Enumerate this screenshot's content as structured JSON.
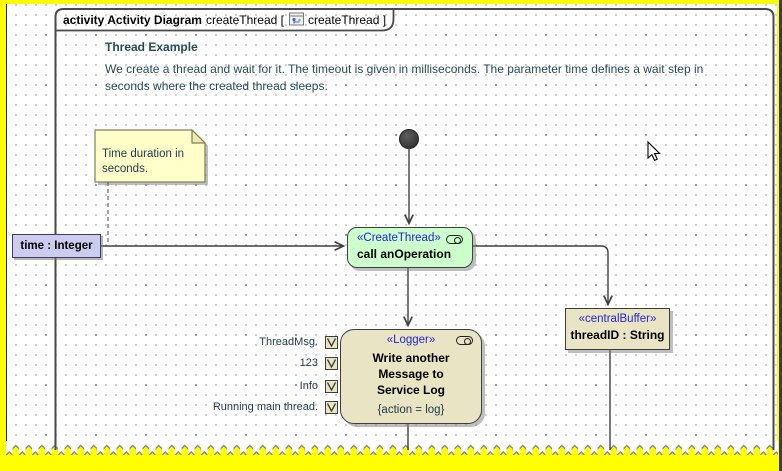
{
  "frame": {
    "title_bold": "activity Activity Diagram",
    "title_name": "createThread [",
    "title_suffix": "createThread ]"
  },
  "header": {
    "heading": "Thread Example",
    "description_line1": "We create a thread and wait for it. The timeout is given in milliseconds. The parameter time defines a wait step in",
    "description_line2": "seconds where the created thread sleeps."
  },
  "note": {
    "text": "Time duration in seconds."
  },
  "activity_parameter": {
    "label": "time : Integer"
  },
  "nodes": {
    "create_thread": {
      "stereotype": "«CreateThread»",
      "name": "call anOperation"
    },
    "logger": {
      "stereotype": "«Logger»",
      "name": "Write another Message to Service Log",
      "constraint": "{action = log}"
    },
    "central_buffer": {
      "stereotype": "«centralBuffer»",
      "name": "threadID : String"
    }
  },
  "pins": [
    "ThreadMsg.",
    "123",
    "Info",
    "Running main thread."
  ],
  "icons": {
    "diagram_icon": "activity-diagram-icon",
    "action_icon": "call-behavior-icon",
    "pin_icon": "value-pin-check-icon",
    "cursor": "mouse-pointer-icon"
  },
  "colors": {
    "canvas_outside": "#ffff00",
    "paper": "#ffffff",
    "action_green": "#ccffcc",
    "action_tan": "#e9e5c4",
    "note_yellow": "#ffffc9",
    "parameter_lavender": "#ccccee",
    "stereotype_blue": "#2525d2",
    "text_dark": "#24495c",
    "edge": "#3f3f3f"
  }
}
